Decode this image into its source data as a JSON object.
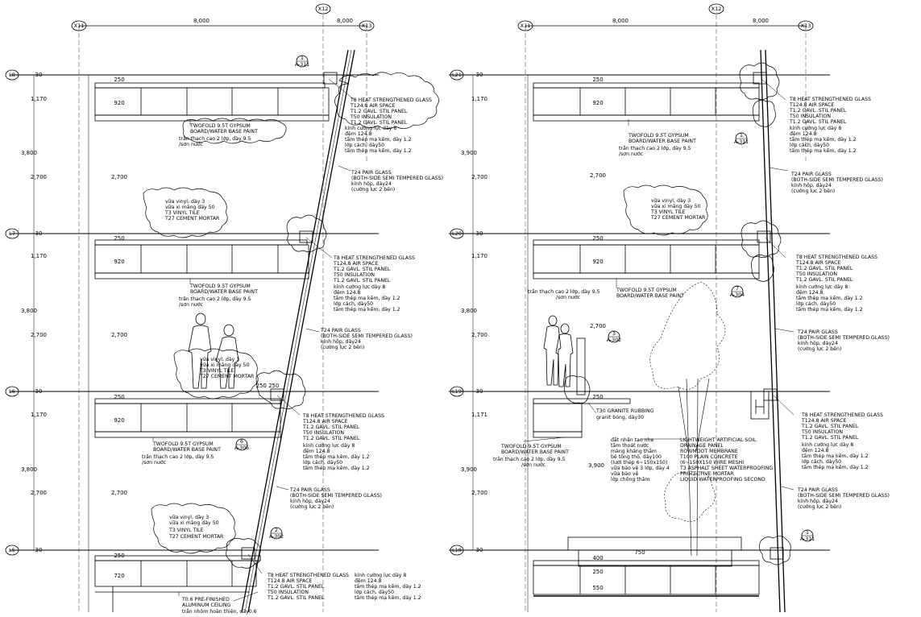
{
  "grid": {
    "x11": "X11",
    "x12": "X12",
    "x13": "X13",
    "span_a": "8,000",
    "span_b": "8,000"
  },
  "left": {
    "levels": {
      "l8": "L8",
      "l7": "L7",
      "l6": "L6",
      "l5": "L5"
    },
    "dims": {
      "d250a": "250",
      "d1170a": "1,170",
      "d920a": "920",
      "d3800a": "3,800",
      "d2700a": "2,700",
      "d250b": "250",
      "d1170b": "1,170",
      "d920b": "920",
      "d3800b": "3,800",
      "d2700b": "2,700",
      "d250c": "250",
      "d1170c": "1,170",
      "d920c": "920",
      "d3800c": "3,800",
      "d2700c": "2,700",
      "d250d": "250",
      "d720": "720",
      "d30": "30",
      "d250_250": "250 250"
    },
    "tags": {
      "t1_num": "1",
      "t1_ref": "A-311",
      "t2_num": "6",
      "t2_ref": "A-306",
      "t3_num": "2",
      "t3_ref": "A-302"
    },
    "heat1": [
      "T8 HEAT STRENGTHENED GLASS",
      "T124.8 AIR SPACE",
      "T1.2 GAVL. STIL PANEL",
      "T50 INSULATION",
      "T1.2 GAVL. STIL PANEL",
      "kính cường lực dày 8",
      "đệm 124.8",
      "tấm thép mạ kẽm, dày 1.2",
      "lớp cách, dày50",
      "tấm thép mạ kẽm, dày 1.2"
    ],
    "heat2": [
      "T8 HEAT STRENGTHENED GLASS",
      "T124.8 AIR SPACE",
      "T1.2 GAVL. STIL PANEL",
      "T50 INSULATION",
      "T1.2 GAVL. STIL PANEL",
      "kính cường lực dày 8",
      "đệm 124.8",
      "tấm thép mạ kẽm, dày 1.2",
      "lớp cách, dày50",
      "tấm thép mạ kẽm, dày 1.2"
    ],
    "heat3": [
      "T8 HEAT STRENGTHENED GLASS",
      "T124.8 AIR SPACE",
      "T1.2 GAVL. STIL PANEL",
      "T50 INSULATION",
      "T1.2 GAVL. STIL PANEL",
      "kính cường lực dày 8",
      "đệm 124.8",
      "tấm thép mạ kẽm, dày 1.2",
      "lớp cách, dày50",
      "tấm thép mạ kẽm, dày 1.2"
    ],
    "heat4": [
      "T8 HEAT STRENGTHENED GLASS",
      "T124.8 AIR SPACE",
      "T1.2 GAVL. STIL PANEL",
      "T50 INSULATION",
      "T1.2 GAVL. STIL PANEL"
    ],
    "heat4v": [
      "kính cường lực dày 8",
      "đệm 124.8",
      "tấm thép mạ kẽm, dày 1.2",
      "lớp cách, dày50",
      "tấm thép mạ kẽm, dày 1.2"
    ],
    "pair1": [
      "T24 PAIR GLASS",
      "(BOTH-SIDE SEMI TEMPERED GLASS)",
      "kính hộp, dày24",
      "(cường lực 2 bên)"
    ],
    "pair2": [
      "T24 PAIR GLASS",
      "(BOTH-SIDE SEMI TEMPERED GLASS)",
      "kính hộp, dày24",
      "(cường lực 2 bên)"
    ],
    "pair3": [
      "T24 PAIR GLASS",
      "(BOTH-SIDE SEMI TEMPERED GLASS)",
      "kính hộp, dày24",
      "(cường lực 2 bên)"
    ],
    "gyp1": [
      "TWOFOLD 9.5T GYPSUM",
      "BOARD/WATER BASE PAINT",
      "trần thạch cao 2 lớp, dày 9.5",
      "/sơn nước"
    ],
    "gyp2": [
      "TWOFOLD 9.5T GYPSUM",
      "BOARD/WATER BASE PAINT",
      "trần thạch cao 2 lớp, dày 9.5",
      "/sơn nước"
    ],
    "gyp3": [
      "TWOFOLD 9.5T GYPSUM",
      "BOARD/WATER BASE PAINT",
      "trần thạch cao 2 lớp, dày 9.5",
      "/sơn nước"
    ],
    "vin1": [
      "vữa vinyl, dày 3",
      "vữa xi măng dày 50",
      "T3 VINYL TILE",
      "T27 CEMENT MORTAR"
    ],
    "vin2": [
      "vữa vinyl, dày 3",
      "vữa xi măng dày 50",
      "T3 VINYL TILE",
      "T27 CEMENT MORTAR"
    ],
    "vin3": [
      "vữa vinyl, dày 3",
      "vữa xi măng dày 50",
      "T3 VINYL TILE",
      "T27 CEMENT MORTAR"
    ],
    "ceil": [
      "T0.6 PRE-FINISHED",
      "ALUMINUM CEILING",
      "trần nhôm hoàn thiện, dày0.6"
    ]
  },
  "right": {
    "levels": {
      "l21": "L21",
      "l20": "L20",
      "l19": "L19",
      "l18": "L18"
    },
    "dims": {
      "d250a": "250",
      "d1170a": "1,170",
      "d920a": "920",
      "d3900a": "3,900",
      "d2700a": "2,700",
      "d250b": "250",
      "d1170b": "1,170",
      "d920b": "920",
      "d3800b": "3,800",
      "d2700b": "2,700",
      "d250c": "250",
      "d1171": "1,171",
      "d3900b": "3,900",
      "d2700c": "2,700",
      "d400": "400",
      "d750": "750",
      "d250d": "250",
      "d550": "550",
      "d30": "30"
    },
    "tags": {
      "t1_num": "1",
      "t1_ref": "A-311",
      "t2_num": "7",
      "t2_ref": "A-304",
      "t3_num": "3",
      "t3_ref": "A-302",
      "t4_num": "1",
      "t4_ref": "A-311"
    },
    "heat1": [
      "T8 HEAT STRENGTHENED GLASS",
      "T124.8 AIR SPACE",
      "T1.2 GAVL. STIL PANEL",
      "T50 INSULATION",
      "T1.2 GAVL. STIL PANEL",
      "kính cường lực dày 8",
      "đệm 124.8",
      "tấm thép mạ kẽm, dày 1.2",
      "lớp cách, dày50",
      "tấm thép mạ kẽm, dày 1.2"
    ],
    "heat2": [
      "T8 HEAT STRENGTHENED GLASS",
      "T124.8 AIR SPACE",
      "T1.2 GAVL. STIL PANEL",
      "T50 INSULATION",
      "T1.2 GAVL. STIL PANEL",
      "kính cường lực dày 8",
      "đệm 124.8",
      "tấm thép mạ kẽm, dày 1.2",
      "lớp cách, dày50",
      "tấm thép mạ kẽm, dày 1.2"
    ],
    "heat3": [
      "T8 HEAT STRENGTHENED GLASS",
      "T124.8 AIR SPACE",
      "T1.2 GAVL. STIL PANEL",
      "T50 INSULATION",
      "T1.2 GAVL. STIL PANEL",
      "kính cường lực dày 8",
      "đệm 124.8",
      "tấm thép mạ kẽm, dày 1.2",
      "lớp cách, dày50",
      "tấm thép mạ kẽm, dày 1.2"
    ],
    "pair1": [
      "T24 PAIR GLASS",
      "(BOTH-SIDE SEMI TEMPERED GLASS)",
      "kính hộp, dày24",
      "(cường lực 2 bên)"
    ],
    "pair2": [
      "T24 PAIR GLASS",
      "(BOTH-SIDE SEMI TEMPERED GLASS)",
      "kính hộp, dày24",
      "(cường lực 2 bên)"
    ],
    "pair3": [
      "T24 PAIR GLASS",
      "(BOTH-SIDE SEMI TEMPERED GLASS)",
      "kính hộp, dày24",
      "(cường lực 2 bên)"
    ],
    "gyp1": [
      "TWOFOLD 9.5T GYPSUM",
      "BOARD/WATER BASE PAINT",
      "trần thạch cao 2 lớp, dày 9.5",
      "/sơn nước"
    ],
    "gyp2": [
      "TWOFOLD 9.5T GYPSUM",
      "BOARD/WATER BASE PAINT"
    ],
    "gyp2v": [
      "trần thạch cao 2 lớp, dày 9.5",
      "/sơn nước"
    ],
    "gyp3": [
      "TWOFOLD 9.5T GYPSUM",
      "BOARD/WATER BASE PAINT",
      "trần thạch cao 2 lớp, dày 9.5",
      "/sơn nước"
    ],
    "vin1": [
      "vữa vinyl, dày 3",
      "vữa xi măng dày 50",
      "T3 VINYL TILE",
      "T27 CEMENT MORTAR"
    ],
    "granite": [
      "T30 GRANITE RUBBING",
      "granit bóng, dày30"
    ],
    "soil_vi": [
      "đất nhân tạo nhẹ",
      "tấm thoát nước",
      "màng kháng thấm",
      "bê tông thô, dày100",
      "(lưới thép 6~150x150)",
      "vữa bảo vệ 3 lớp, dày 4",
      "vữa bảo vệ",
      "lớp chống thấm"
    ],
    "soil_en": [
      "LIGHTWEIGHT ARTIFICIAL SOIL",
      "DRAINAGE PANEL",
      "ROWMOOT MEMBRANE",
      "T100 PLAIN CONCRETE",
      "(6~150X150 WIRE MESH)",
      "T3 ASPHALT SHEET WATERPROOFING",
      "PROTECTIVE MORTAR",
      "LIQUID WATERPROOFING SECOND"
    ]
  }
}
